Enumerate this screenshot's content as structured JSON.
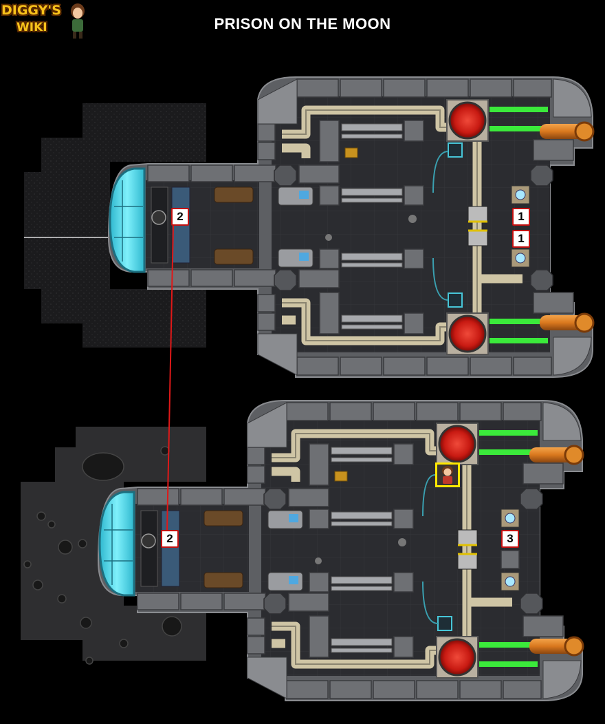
{
  "header": {
    "title": "PRISON ON THE MOON",
    "logo_line1": "DIGGY'S",
    "logo_line2": "WIKI"
  },
  "markers": [
    {
      "label": "1"
    },
    {
      "label": "1"
    },
    {
      "label": "2"
    },
    {
      "label": "2"
    },
    {
      "label": "3"
    }
  ],
  "colors": {
    "floor": "#2b2c30",
    "wall": "#6e7074",
    "pipe": "#cfc5a5",
    "glass": "#4fdcef",
    "laser": "#3dff3d",
    "reactor": "#d8261e",
    "outlet": "#d9781e",
    "marker_border": "#c21010",
    "player_highlight": "#ffe800",
    "logo": "#f7c21b"
  },
  "icons": {
    "reactor": "red-reactor-icon",
    "barrier": "green-laser-barrier-icon",
    "outlet": "orange-pipe-outlet-icon",
    "cockpit": "cyan-cockpit-window-icon",
    "chest": "treasure-chest-icon",
    "player": "diggy-player-icon"
  }
}
